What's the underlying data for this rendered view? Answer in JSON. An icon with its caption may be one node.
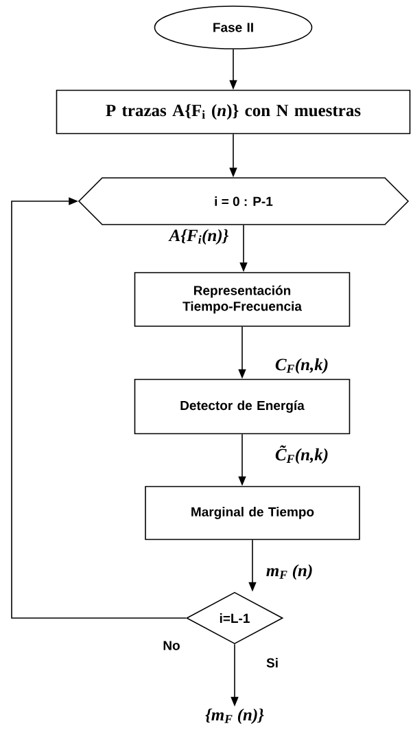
{
  "diagram": {
    "nodes": [
      {
        "text": [
          "Fase II"
        ]
      },
      {
        "text": [
          "P trazas A{F$_{i}$ (*n*)} con N muestras"
        ]
      },
      {
        "text": [
          "i = 0 : P-1"
        ]
      },
      {
        "text": [
          "Representación Tiempo-Frecuencia"
        ]
      },
      {
        "text": [
          "Detector de Energía"
        ]
      },
      {
        "text": [
          "Marginal de Tiempo"
        ]
      },
      {
        "text": [
          "i=L-1"
        ]
      },
      {
        "text": [
          "{m$_{F}$ (n)}"
        ]
      }
    ],
    "edges": [
      {
        "from": 0,
        "to": 1,
        "arrow": "to"
      },
      {
        "from": 1,
        "to": 2,
        "arrow": "to"
      },
      {
        "from": 2,
        "to": 3,
        "arrow": "to",
        "label": "A{F$_{i}$(n)}"
      },
      {
        "from": 3,
        "to": 4,
        "arrow": "to",
        "label": "C$_{F}$(n,k)"
      },
      {
        "from": 4,
        "to": 5,
        "arrow": "to",
        "label": "C̃$_{F}$(n,k)"
      },
      {
        "from": 5,
        "to": 6,
        "arrow": "to",
        "label": "m$_{F}$ (n)"
      },
      {
        "from": 6,
        "to": 2,
        "arrow": "to",
        "label": "No"
      },
      {
        "from": 6,
        "to": 7,
        "arrow": "to",
        "label": "Si"
      }
    ]
  }
}
